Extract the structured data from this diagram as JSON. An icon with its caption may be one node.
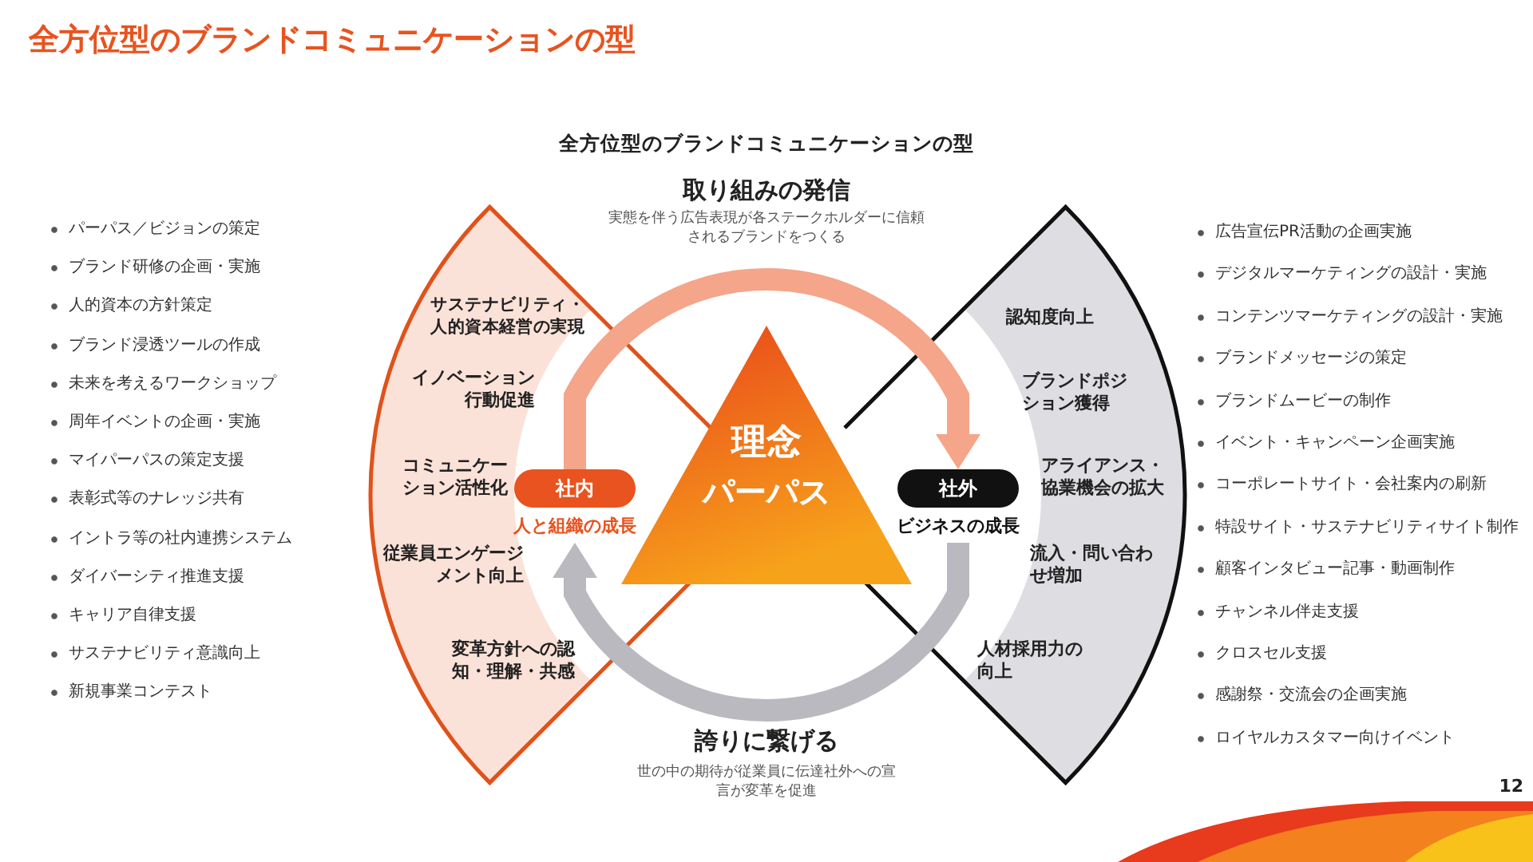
{
  "diagram": {
    "title": "全方位型のブランドコミュニケーションの型",
    "nodes": [
      {
        "text": [
          "サステナビリティ・人的資本経営の実現",
          "イノベーション行動促進",
          "コミュニケーション活性化",
          "従業員エンゲージメント向上",
          "変革方針への認知・理解・共感"
        ]
      },
      {
        "text": [
          "認知度向上",
          "ブランドポジション獲得",
          "アライアンス・協業機会の拡大",
          "流入・問い合わせ増加",
          "人材採用力の向上"
        ]
      },
      {
        "text": [
          "理念",
          "パーパス"
        ]
      },
      {
        "text": [
          "社内"
        ],
        "beside": [
          "人と組織の成長"
        ]
      },
      {
        "text": [
          "社外"
        ],
        "beside": [
          "ビジネスの成長"
        ]
      }
    ],
    "edges": [
      {
        "from": 3,
        "to": 4,
        "arrow": "to",
        "label": "取り組みの発信",
        "color": "#f4a58a"
      },
      {
        "from": 4,
        "to": 3,
        "arrow": "to",
        "label": "誇りに繋げる",
        "color": "#b9b9bf"
      }
    ],
    "labels": [
      "全方位型のブランドコミュニケーションの型",
      "パーパス／ビジョンの策定",
      "ブランド研修の企画・実施",
      "人的資本の方針策定",
      "ブランド浸透ツールの作成",
      "未来を考えるワークショップ",
      "周年イベントの企画・実施",
      "マイパーパスの策定支援",
      "表彰式等のナレッジ共有",
      "イントラ等の社内連携システム",
      "ダイバーシティ推進支援",
      "キャリア自律支援",
      "サステナビリティ意識向上",
      "新規事業コンテスト",
      "実態を伴う広告表現が各ステークホルダーに信頼されるブランドをつくる",
      "世の中の期待が従業員に伝達社外への宣言が変革を促進",
      "広告宣伝PR活動の企画実施",
      "デジタルマーケティングの設計・実施",
      "コンテンツマーケティングの設計・実施",
      "ブランドメッセージの策定",
      "ブランドムービーの制作",
      "イベント・キャンペーン企画実施",
      "コーポレートサイト・会社案内の刷新",
      "特設サイト・サステナビリティサイト制作",
      "顧客インタビュー記事・動画制作",
      "チャンネル伴走支援",
      "クロスセル支援",
      "感謝祭・交流会の企画実施",
      "ロイヤルカスタマー向けイベント",
      "12"
    ]
  }
}
